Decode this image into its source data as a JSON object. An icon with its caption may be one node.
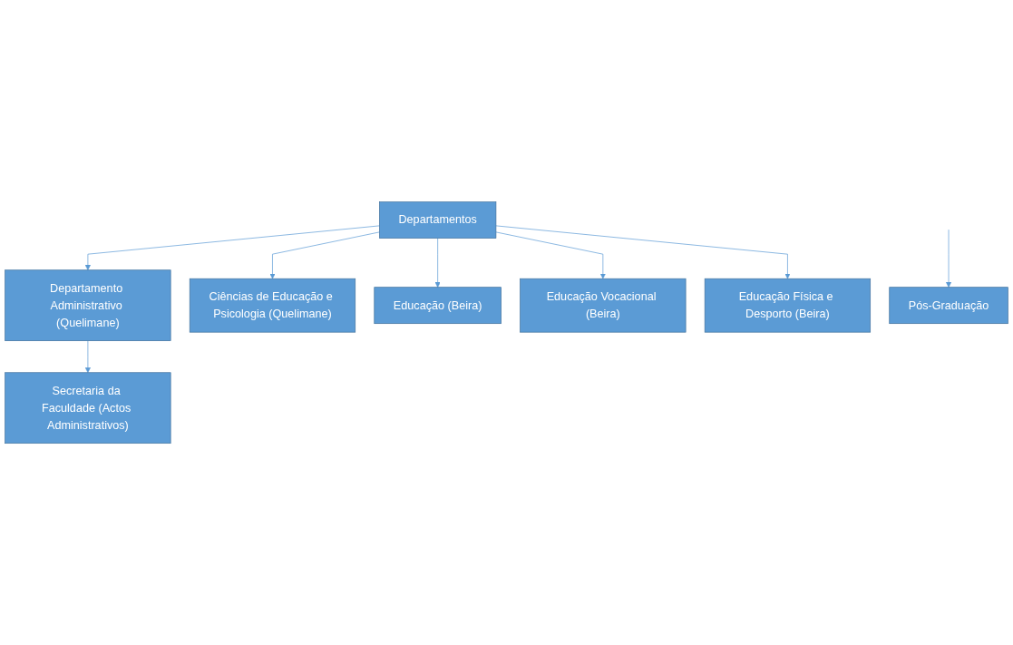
{
  "diagram": {
    "nodes": [
      {
        "text": [
          "Departamentos"
        ]
      },
      {
        "text": [
          "Departamento Administrativo (Quelimane)"
        ]
      },
      {
        "text": [
          "Ciências de Educação e Psicologia (Quelimane)"
        ]
      },
      {
        "text": [
          "Educação (Beira)"
        ]
      },
      {
        "text": [
          "Educação Vocacional (Beira)"
        ]
      },
      {
        "text": [
          "Educação Física e Desporto (Beira)"
        ]
      },
      {
        "text": [
          "Secretaria da Faculdade (Actos Administrativos)"
        ]
      },
      {
        "text": [
          "Pós-Graduação"
        ]
      }
    ],
    "edges": [
      {
        "from": 0,
        "to": 1,
        "arrow": "to"
      },
      {
        "from": 0,
        "to": 2,
        "arrow": "to"
      },
      {
        "from": 0,
        "to": 3,
        "arrow": "to"
      },
      {
        "from": 0,
        "to": 4,
        "arrow": "to"
      },
      {
        "from": 0,
        "to": 5,
        "arrow": "to"
      },
      {
        "from": 1,
        "to": 6,
        "arrow": "to"
      },
      {
        "from": null,
        "to": 7,
        "arrow": "to"
      }
    ]
  }
}
